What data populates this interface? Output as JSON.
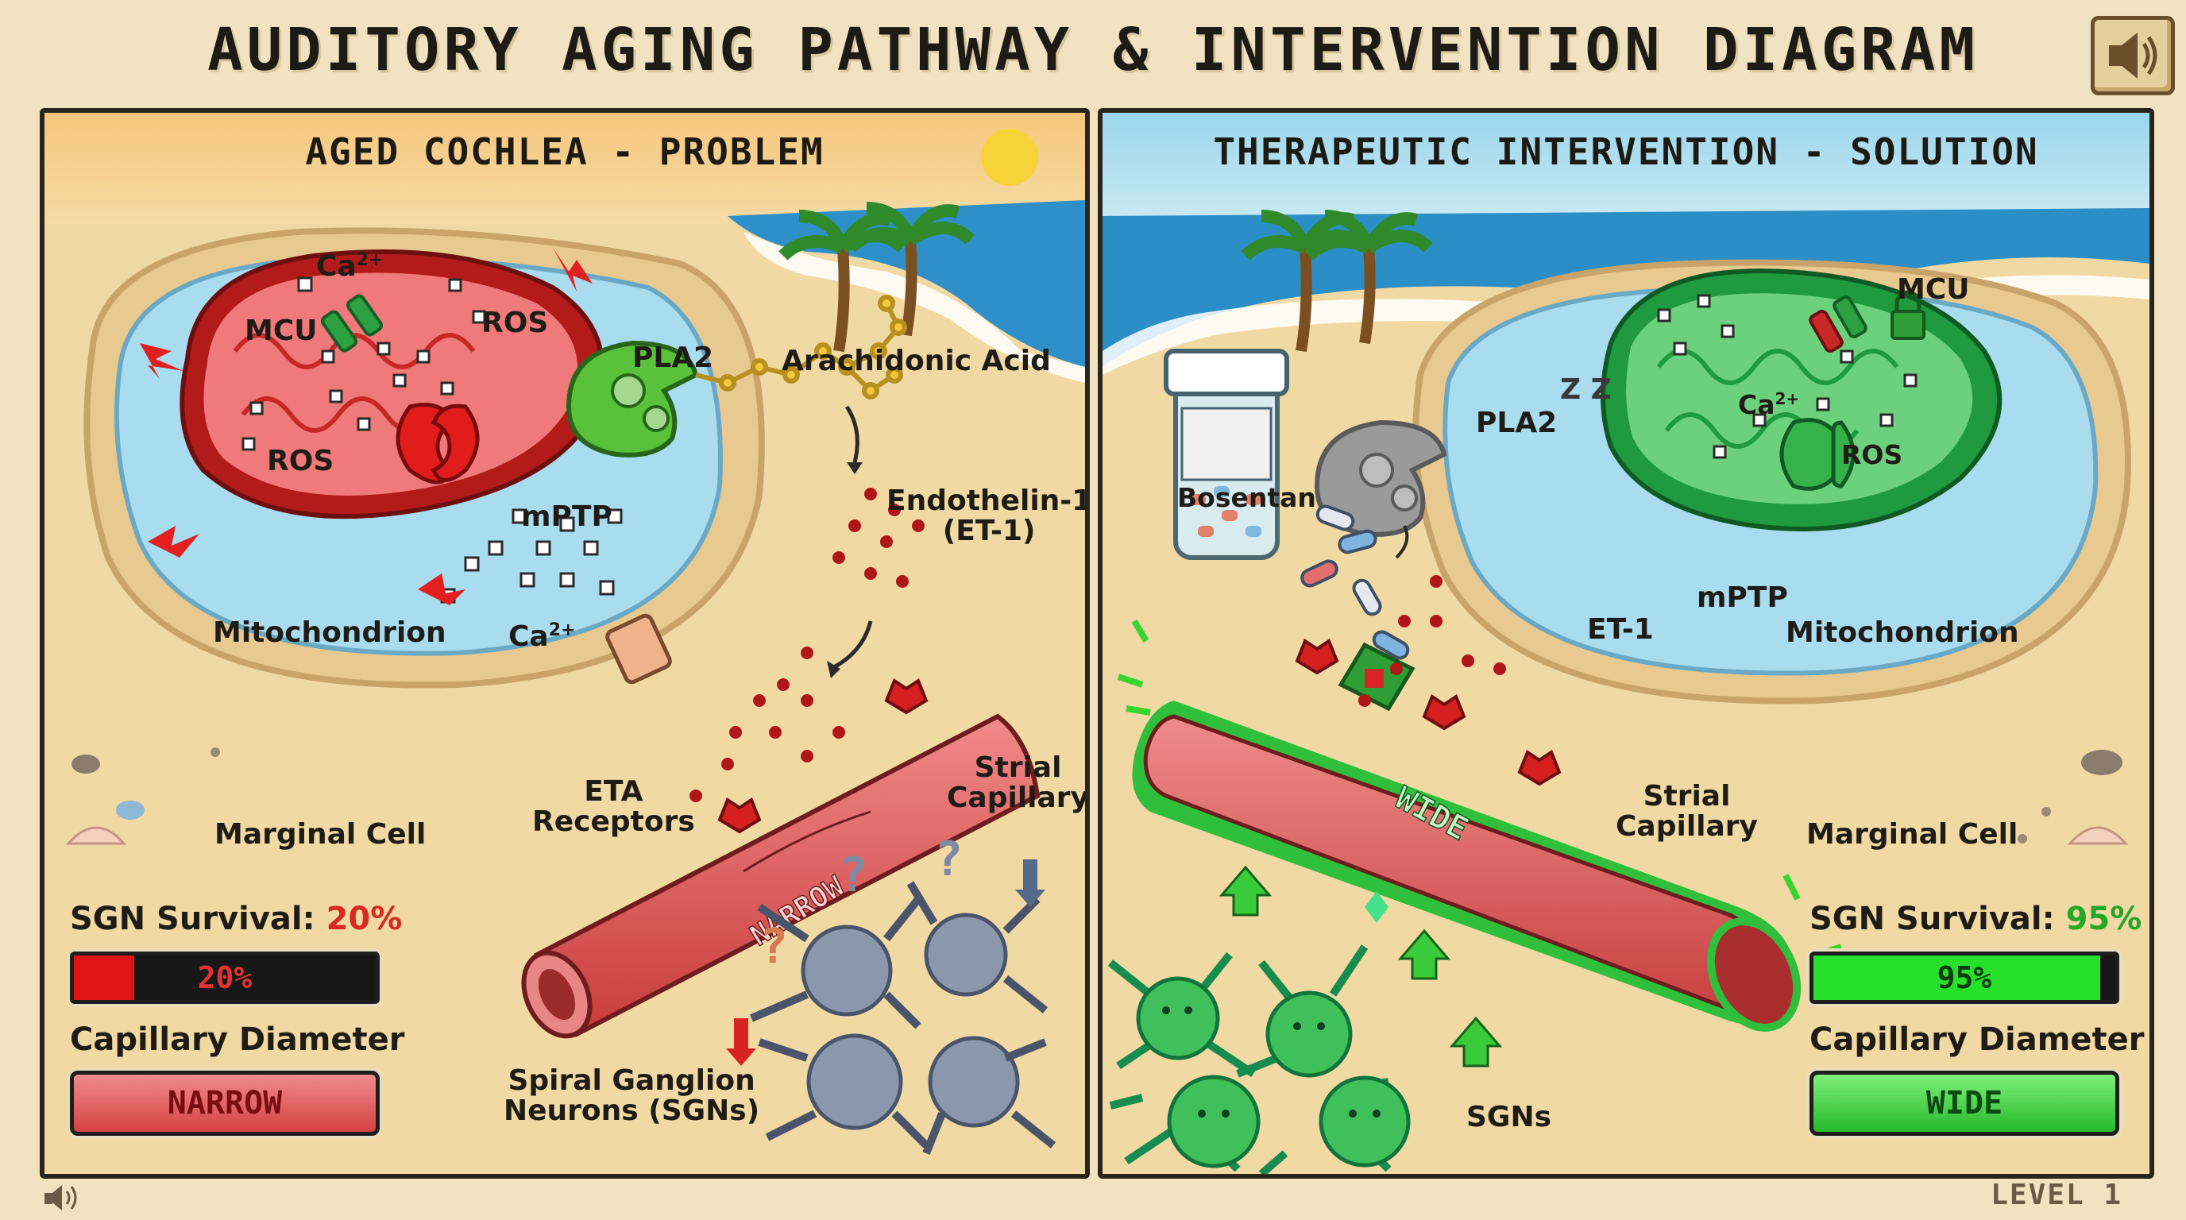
{
  "title": "AUDITORY AGING PATHWAY & INTERVENTION DIAGRAM",
  "footer": {
    "level": "LEVEL 1"
  },
  "icons": {
    "sound_button": "speaker-icon",
    "footer_sound": "speaker-icon"
  },
  "colors": {
    "problem": "#d92a21",
    "solution": "#25a829"
  },
  "left_panel": {
    "title": "AGED COCHLEA - PROBLEM",
    "labels": {
      "ca_top": "Ca",
      "ca_top_sup": "2+",
      "mcu": "MCU",
      "ros_1": "ROS",
      "ros_2": "ROS",
      "mptp": "mPTP",
      "mitochondrion": "Mitochondrion",
      "ca_bottom": "Ca",
      "ca_bottom_sup": "2+",
      "pla2": "PLA2",
      "arachidonic_acid": "Arachidonic Acid",
      "endothelin": "Endothelin-1\n(ET-1)",
      "eta_receptors": "ETA\nReceptors",
      "strial_capillary": "Strial\nCapillary",
      "marginal_cell": "Marginal Cell",
      "vessel_state": "NARROW",
      "sgns": "Spiral Ganglion\nNeurons (SGNs)"
    },
    "sgn_survival": {
      "label": "SGN Survival:",
      "value": "20%",
      "bar_text": "20%",
      "fraction": 0.2
    },
    "capillary": {
      "label": "Capillary Diameter",
      "state": "NARROW"
    }
  },
  "right_panel": {
    "title": "THERAPEUTIC INTERVENTION - SOLUTION",
    "labels": {
      "bosentan": "Bosentan",
      "pla2": "PLA2",
      "sleep": "Z Z",
      "mcu": "MCU",
      "ca": "Ca",
      "ca_sup": "2+",
      "ros": "ROS",
      "mptp": "mPTP",
      "et1": "ET-1",
      "mitochondrion": "Mitochondrion",
      "strial_capillary": "Strial\nCapillary",
      "marginal_cell": "Marginal Cell",
      "vessel_state": "WIDE",
      "sgns": "SGNs"
    },
    "sgn_survival": {
      "label": "SGN Survival:",
      "value": "95%",
      "bar_text": "95%",
      "fraction": 0.95
    },
    "capillary": {
      "label": "Capillary Diameter",
      "state": "WIDE"
    }
  }
}
